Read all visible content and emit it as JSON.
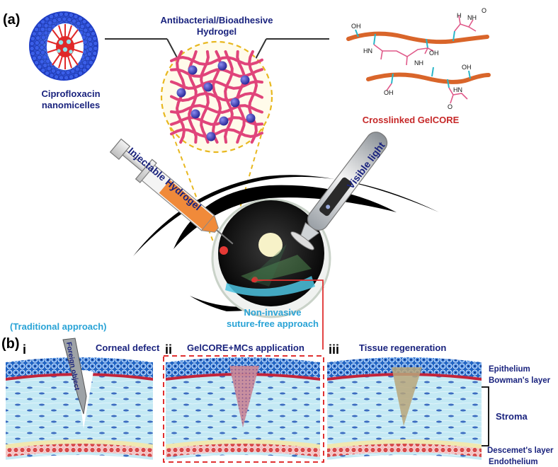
{
  "panel_a": {
    "tag": "(a)",
    "hydrogel_title_1": "Antibacterial/Bioadhesive",
    "hydrogel_title_2": "Hydrogel",
    "micelle_label_1": "Ciprofloxacin",
    "micelle_label_2": "nanomicelles",
    "crosslinked_label": "Crosslinked GelCORE",
    "syringe_label": "Injectable Hydrogel",
    "light_label": "Visible light",
    "approach_1": "Non-invasive",
    "approach_2": "suture-free approach",
    "chem": {
      "oh": "OH",
      "hn": "HN",
      "nh": "NH",
      "h": "H",
      "o": "O"
    }
  },
  "panel_b": {
    "tag": "(b)",
    "traditional": "(Traditional  approach)",
    "step_i_num": "i",
    "step_i_title": "Corneal defect",
    "foreign_object": "Foreign object",
    "step_ii_num": "ii",
    "step_ii_title": "GelCORE+MCs application",
    "step_iii_num": "iii",
    "step_iii_title": "Tissue regeneration",
    "layers": {
      "epithelium": "Epithelium",
      "bowman": "Bowman's layer",
      "stroma": "Stroma",
      "descemet": "Descemet's layer",
      "endothelium": "Endothelium"
    }
  },
  "colors": {
    "navy": "#1a237e",
    "red": "#c62828",
    "cyan": "#29a3d6",
    "stroma": "#bfe7f2",
    "cell_blue": "#2f5fb3",
    "gel_pink": "#e0447a",
    "gel_bead": "#3b3bb5",
    "syringe_orange": "#f08a3a",
    "dash_red": "#e03030",
    "dash_yellow": "#e8b820"
  }
}
